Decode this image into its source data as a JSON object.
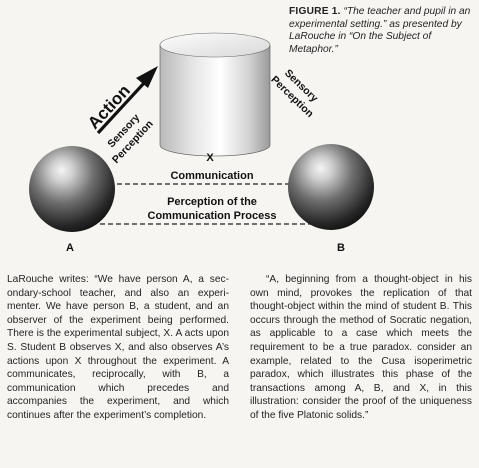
{
  "caption": {
    "label": "FIGURE 1.",
    "text": "“The teacher and pupil in an experimental setting.” as presented by LaRouche in “On the Subject of Metaphor.”"
  },
  "diagram": {
    "node_a": "A",
    "node_b": "B",
    "node_x": "X",
    "action_label": "Action",
    "sensory_left_line1": "Sensory",
    "sensory_left_line2": "Perception",
    "sensory_right_line1": "Sensory",
    "sensory_right_line2": "Perception",
    "communication": "Communication",
    "perception_line1": "Perception of the",
    "perception_line2": "Communication Process"
  },
  "body": {
    "left_column": "LaRouche writes: “We have person A, a sec­ondary-school teacher, and also an experi­menter. We have person B, a student, and an observer of the experiment being per­formed. There is the experimental subject, X. A acts upon S. Student B observes X, and also observes A’s actions upon X throughout the experiment. A communicates, reciprocally, with B, a communication which precedes and accompanies the experiment, and which continues after the experiment’s completion.",
    "right_column": "“A, beginning from a thought-object in his own mind, provokes the replication of that thought-object within the mind of stu­dent B. This occurs through the method of Socratic negation, as applicable to a case which meets the requirement to be a true paradox. consider an example, related to the Cusa isoperimetric paradox, which illustrates this phase of the transactions among A, B, and X, in this illustration: consider the proof of the uniqueness of the five Platonic solids.”"
  }
}
